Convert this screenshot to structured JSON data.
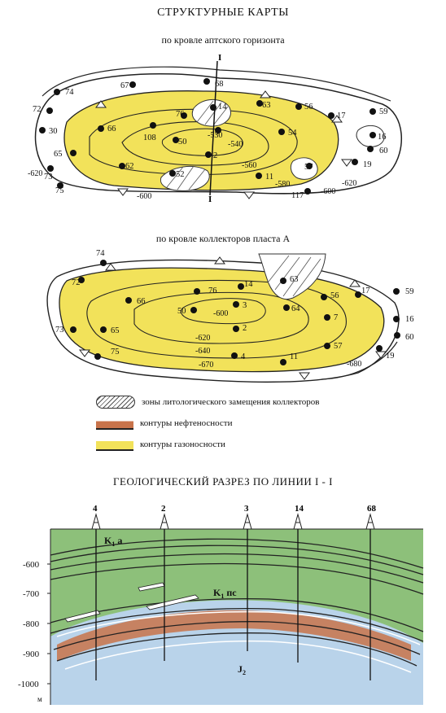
{
  "title": "СТРУКТУРНЫЕ КАРТЫ",
  "map1": {
    "subtitle": "по кровле аптского горизонта",
    "section_label": "I",
    "wells": [
      {
        "n": "74"
      },
      {
        "n": "67"
      },
      {
        "n": "68"
      },
      {
        "n": "72"
      },
      {
        "n": "30"
      },
      {
        "n": "73"
      },
      {
        "n": "75"
      },
      {
        "n": "14"
      },
      {
        "n": "76"
      },
      {
        "n": "66"
      },
      {
        "n": "3"
      },
      {
        "n": "108"
      },
      {
        "n": "50"
      },
      {
        "n": "63"
      },
      {
        "n": "56"
      },
      {
        "n": "17"
      },
      {
        "n": "59"
      },
      {
        "n": "16"
      },
      {
        "n": "54"
      },
      {
        "n": "65"
      },
      {
        "n": "2"
      },
      {
        "n": "62"
      },
      {
        "n": "52"
      },
      {
        "n": "57"
      },
      {
        "n": "11"
      },
      {
        "n": "60"
      },
      {
        "n": "19"
      },
      {
        "n": "117"
      }
    ],
    "isolines": [
      "-530",
      "-540",
      "-560",
      "-580",
      "-600",
      "-620",
      "-600",
      "-620"
    ]
  },
  "map2": {
    "subtitle": "по кровле коллекторов пласта А",
    "wells": [
      {
        "n": "74"
      },
      {
        "n": "72"
      },
      {
        "n": "63"
      },
      {
        "n": "14"
      },
      {
        "n": "76"
      },
      {
        "n": "56"
      },
      {
        "n": "17"
      },
      {
        "n": "59"
      },
      {
        "n": "66"
      },
      {
        "n": "50"
      },
      {
        "n": "3"
      },
      {
        "n": "64"
      },
      {
        "n": "16"
      },
      {
        "n": "7"
      },
      {
        "n": "73"
      },
      {
        "n": "65"
      },
      {
        "n": "2"
      },
      {
        "n": "60"
      },
      {
        "n": "57"
      },
      {
        "n": "75"
      },
      {
        "n": "4"
      },
      {
        "n": "11"
      },
      {
        "n": "19"
      }
    ],
    "isolines": [
      "-600",
      "-620",
      "-640",
      "-670",
      "-680"
    ]
  },
  "legend": [
    {
      "label": "зоны литологического замещения коллекторов"
    },
    {
      "label": "контуры нефтеносности"
    },
    {
      "label": "контуры газоносности"
    }
  ],
  "section": {
    "title": "ГЕОЛОГИЧЕСКИЙ РАЗРЕЗ ПО ЛИНИИ I - I",
    "wells": [
      "4",
      "2",
      "3",
      "14",
      "68"
    ],
    "depths": [
      "-600",
      "-700",
      "-800",
      "-900",
      "-1000"
    ],
    "unit": "м",
    "layers": {
      "k1a": "K",
      "k1a_sub": "1",
      "k1a_suf": " а",
      "k1pc": "K",
      "k1pc_sub": "1",
      "k1pc_suf": " пс",
      "j2": "J",
      "j2_sub": "2"
    }
  },
  "colors": {
    "gas": "#f2e25a",
    "oil": "#c8734a",
    "green": "#8dc07a",
    "water": "#b9d3ea"
  }
}
